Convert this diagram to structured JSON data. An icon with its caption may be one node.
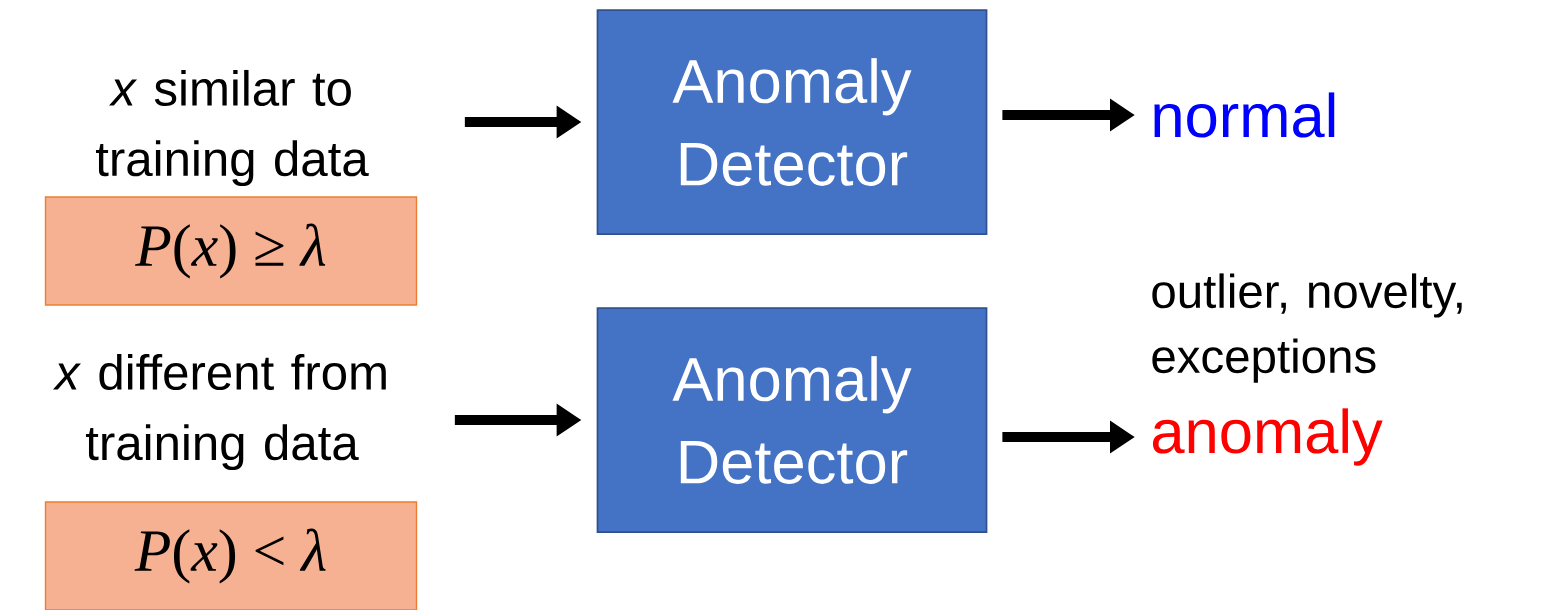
{
  "diagram": {
    "nodes": [
      {
        "text": [
          "*x* similar to training data"
        ]
      },
      {
        "text": [
          "*P*(*x*) ≥ *λ*"
        ]
      },
      {
        "text": [
          "Anomaly Detector"
        ]
      },
      {
        "text": [
          "normal"
        ]
      },
      {
        "text": [
          "*x* different from training data"
        ]
      },
      {
        "text": [
          "*P*(*x*) < *λ*"
        ]
      },
      {
        "text": [
          "Anomaly Detector"
        ]
      },
      {
        "text": [
          "anomaly"
        ],
        "beside": [
          "outlier, novelty, exceptions"
        ]
      }
    ],
    "edges": [
      {
        "from": 0,
        "to": 2,
        "arrow": "to"
      },
      {
        "from": 2,
        "to": 3,
        "arrow": "to"
      },
      {
        "from": 4,
        "to": 6,
        "arrow": "to"
      },
      {
        "from": 6,
        "to": 7,
        "arrow": "to"
      }
    ]
  }
}
